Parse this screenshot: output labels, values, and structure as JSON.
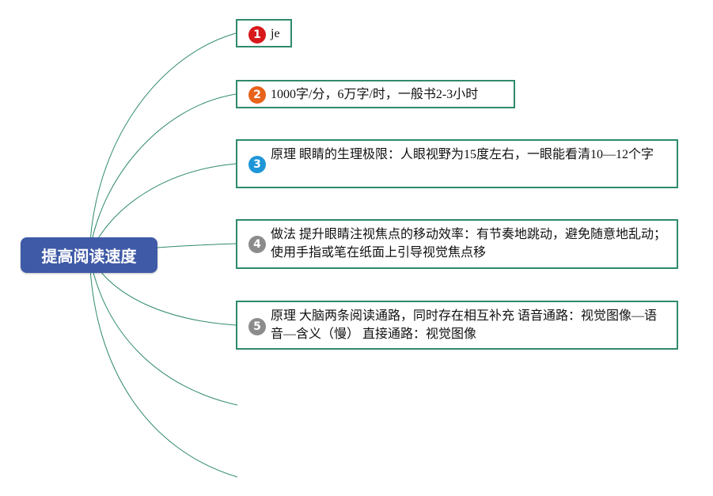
{
  "root": {
    "label": "提高阅读速度"
  },
  "topics": [
    {
      "num": "1",
      "text": "je",
      "marker_color": "#d7191c"
    },
    {
      "num": "2",
      "text": "1000字/分，6万字/时，一般书2-3小时",
      "marker_color": "#e8631a"
    },
    {
      "num": "3",
      "text": "原理 眼睛的生理极限：人眼视野为15度左右，一眼能看清10—12个字",
      "marker_color": "#1e96d8"
    },
    {
      "num": "4",
      "text": "做法 提升眼睛注视焦点的移动效率：有节奏地跳动，避免随意地乱动；使用手指或笔在纸面上引导视觉焦点移",
      "marker_color": "#8c8c8c"
    },
    {
      "num": "5",
      "text": "原理 大脑两条阅读通路，同时存在相互补充 语音通路：视觉图像—语音—含义（慢） 直接通路：视觉图像",
      "marker_color": "#8c8c8c"
    }
  ],
  "colors": {
    "root_bg": "#3f5aa7",
    "branch": "#2f8a6c"
  }
}
